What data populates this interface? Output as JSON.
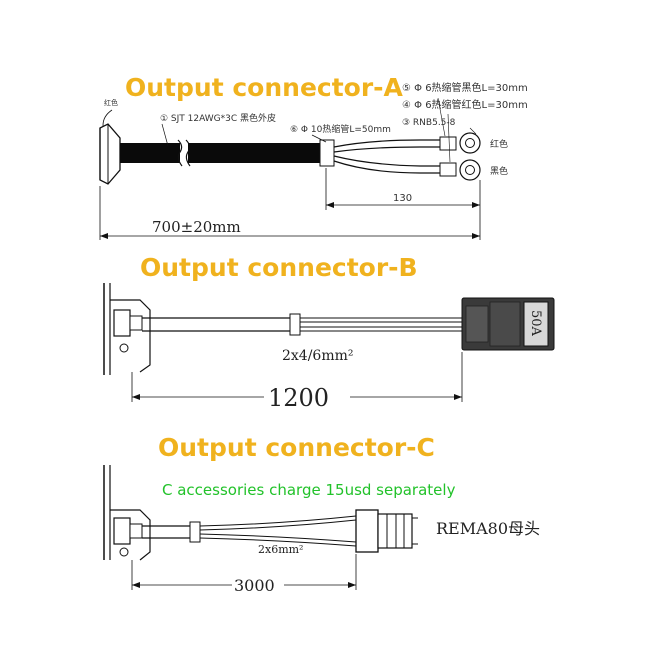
{
  "section_a": {
    "title": "Output connector-A",
    "label_left_color": "红色",
    "label_cable": "① SJT 12AWG*3C 黑色外皮",
    "label_tube_10": "⑥ Φ 10热缩管L=50mm",
    "legend_black_tube": "⑤ Φ 6热缩管黑色L=30mm",
    "legend_red_tube": "④ Φ 6热缩管红色L=30mm",
    "legend_terminal": "③ RNB5.5-8",
    "wire_red": "红色",
    "wire_black": "黑色",
    "dim_130": "130",
    "dim_total": "700±20mm"
  },
  "section_b": {
    "title": "Output connector-B",
    "plug_rating": "50A",
    "wire_spec": "2x4/6mm²",
    "dim_total": "1200"
  },
  "section_c": {
    "title": "Output connector-C",
    "note": "C accessories charge 15usd separately",
    "plug_name": "REMA80母头",
    "wire_spec": "2x6mm²",
    "dim_total": "3000"
  },
  "colors": {
    "title": "#f0b21e",
    "note": "#22c22a",
    "line": "#111111",
    "cable": "#0a0a0a"
  }
}
